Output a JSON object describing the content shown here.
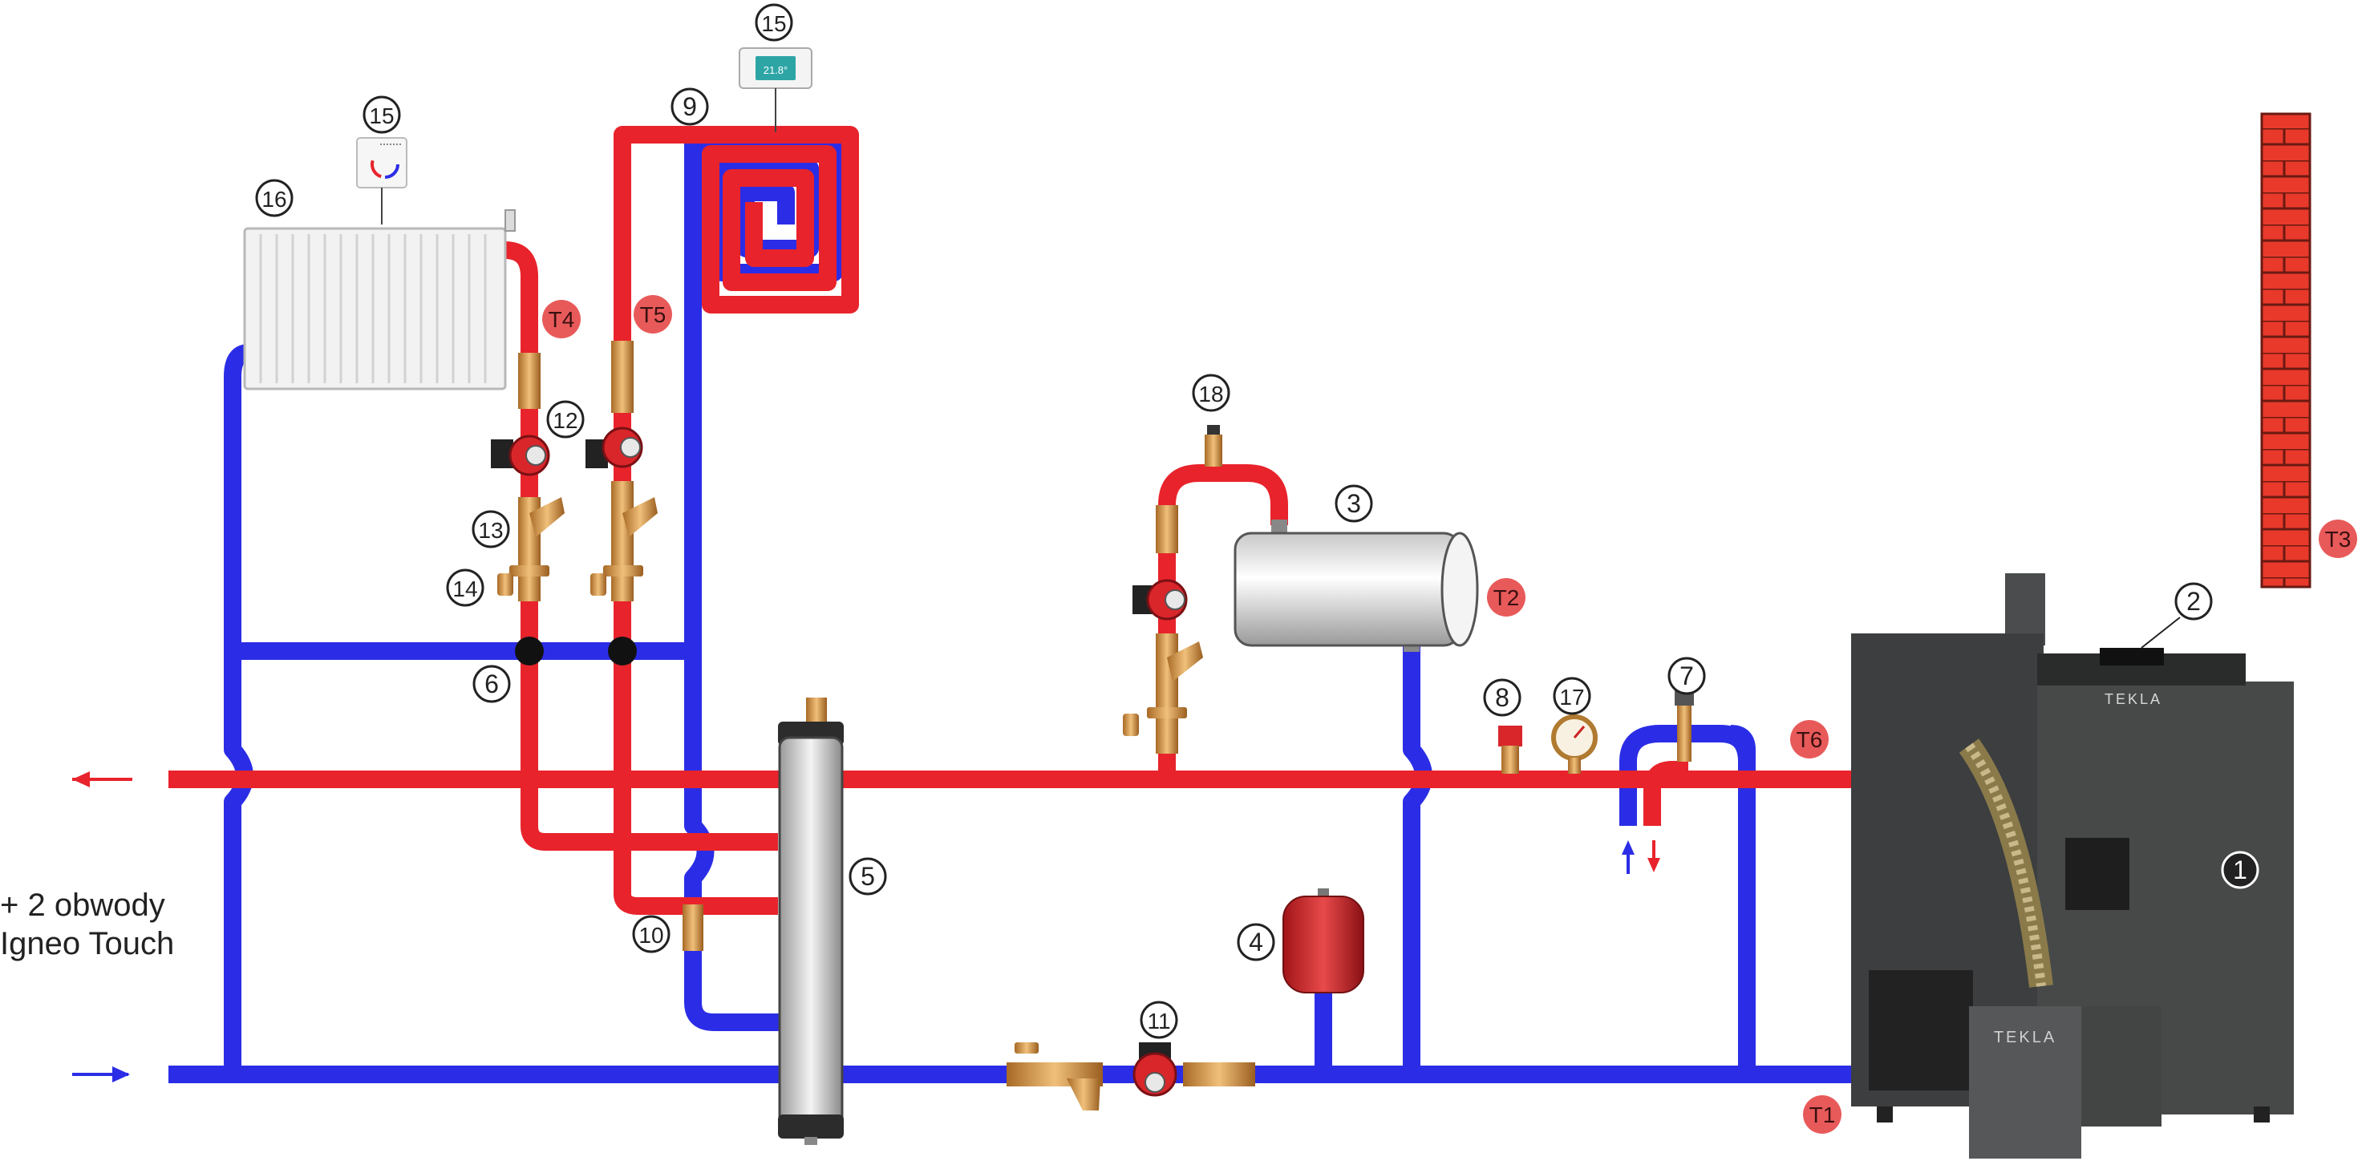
{
  "colors": {
    "hot": "#e8232b",
    "cold": "#2b2de6",
    "brass": "#c98a3d",
    "boiler": "#3f4142",
    "tag": "#e85a5a",
    "brick": "#e8392b"
  },
  "side_text": {
    "line1": "+ 2 obwody",
    "line2": "Igneo Touch"
  },
  "thermostat_display": "21.8°",
  "boiler_brand": "TEKLA",
  "feeder_brand": "TEKLA",
  "components": [
    {
      "id": "c1",
      "label": "1"
    },
    {
      "id": "c2",
      "label": "2"
    },
    {
      "id": "c3",
      "label": "3"
    },
    {
      "id": "c4",
      "label": "4"
    },
    {
      "id": "c5",
      "label": "5"
    },
    {
      "id": "c6",
      "label": "6"
    },
    {
      "id": "c7",
      "label": "7"
    },
    {
      "id": "c8",
      "label": "8"
    },
    {
      "id": "c9",
      "label": "9"
    },
    {
      "id": "c10",
      "label": "10"
    },
    {
      "id": "c11",
      "label": "11"
    },
    {
      "id": "c12",
      "label": "12"
    },
    {
      "id": "c13",
      "label": "13"
    },
    {
      "id": "c14",
      "label": "14"
    },
    {
      "id": "c15a",
      "label": "15"
    },
    {
      "id": "c15b",
      "label": "15"
    },
    {
      "id": "c16",
      "label": "16"
    },
    {
      "id": "c17",
      "label": "17"
    },
    {
      "id": "c18",
      "label": "18"
    }
  ],
  "sensors": [
    {
      "id": "t1",
      "label": "T1"
    },
    {
      "id": "t2",
      "label": "T2"
    },
    {
      "id": "t3",
      "label": "T3"
    },
    {
      "id": "t4",
      "label": "T4"
    },
    {
      "id": "t5",
      "label": "T5"
    },
    {
      "id": "t6",
      "label": "T6"
    }
  ]
}
